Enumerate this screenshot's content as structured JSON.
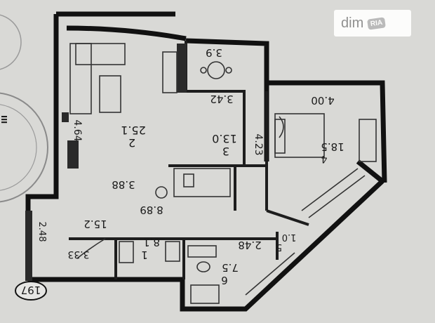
{
  "watermark": {
    "brand": "dim",
    "badge": "RIA"
  },
  "stamp_fragments": {
    "side_label": "III"
  },
  "labels": {
    "dim_3_9": "3.9",
    "dim_3_42": "3.42",
    "dim_4_00": "4.00",
    "dim_4_64": "4.64",
    "room2_num": "2",
    "room2_area": "25.1",
    "room3_num": "3",
    "room3_area": "13.0",
    "dim_4_23": "4.23",
    "room4_num": "4",
    "room4_area": "18.5",
    "dim_3_88": "3.88",
    "dim_8_89": "8.89",
    "dim_15_2": "15.2",
    "dim_2_48_left": "2.48",
    "room1_num": "1",
    "room1_area": "8.1",
    "dim_2_48": "2.48",
    "room5_num": "5",
    "room5_area": "1.0",
    "dim_3_33": "3.33",
    "room6_num": "6",
    "room6_area": "7.5",
    "apt_number": "197"
  }
}
